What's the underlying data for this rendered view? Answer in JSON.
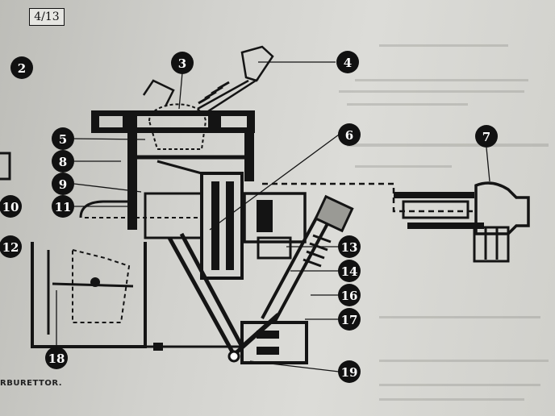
{
  "page_counter": "4/13",
  "caption": "RBURETTOR.",
  "callouts": [
    {
      "label": "2",
      "name": "callout-2"
    },
    {
      "label": "3",
      "name": "callout-3"
    },
    {
      "label": "4",
      "name": "callout-4"
    },
    {
      "label": "5",
      "name": "callout-5"
    },
    {
      "label": "6",
      "name": "callout-6"
    },
    {
      "label": "7",
      "name": "callout-7"
    },
    {
      "label": "8",
      "name": "callout-8"
    },
    {
      "label": "9",
      "name": "callout-9"
    },
    {
      "label": "10",
      "name": "callout-10"
    },
    {
      "label": "11",
      "name": "callout-11"
    },
    {
      "label": "12",
      "name": "callout-12"
    },
    {
      "label": "13",
      "name": "callout-13"
    },
    {
      "label": "14",
      "name": "callout-14"
    },
    {
      "label": "16",
      "name": "callout-16"
    },
    {
      "label": "17",
      "name": "callout-17"
    },
    {
      "label": "18",
      "name": "callout-18"
    },
    {
      "label": "19",
      "name": "callout-19"
    }
  ]
}
